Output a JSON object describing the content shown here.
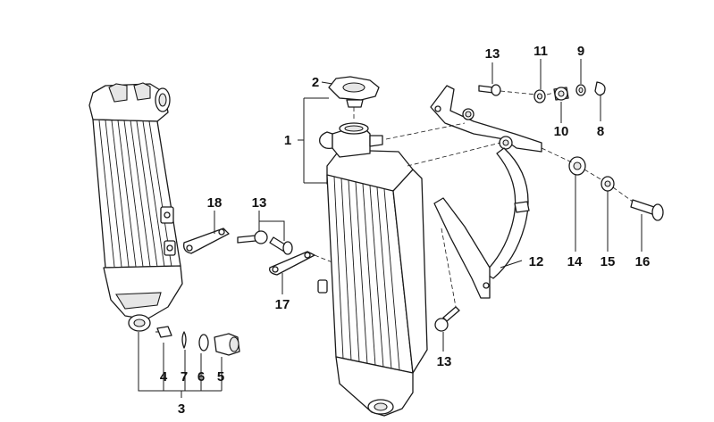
{
  "callouts": {
    "c1": "1",
    "c2": "2",
    "c3": "3",
    "c4": "4",
    "c5": "5",
    "c6": "6",
    "c7": "7",
    "c8": "8",
    "c9": "9",
    "c10": "10",
    "c11": "11",
    "c12": "12",
    "c13_top": "13",
    "c13_mid": "13",
    "c13_bottom": "13",
    "c14": "14",
    "c15": "15",
    "c16": "16",
    "c17": "17",
    "c18": "18"
  }
}
